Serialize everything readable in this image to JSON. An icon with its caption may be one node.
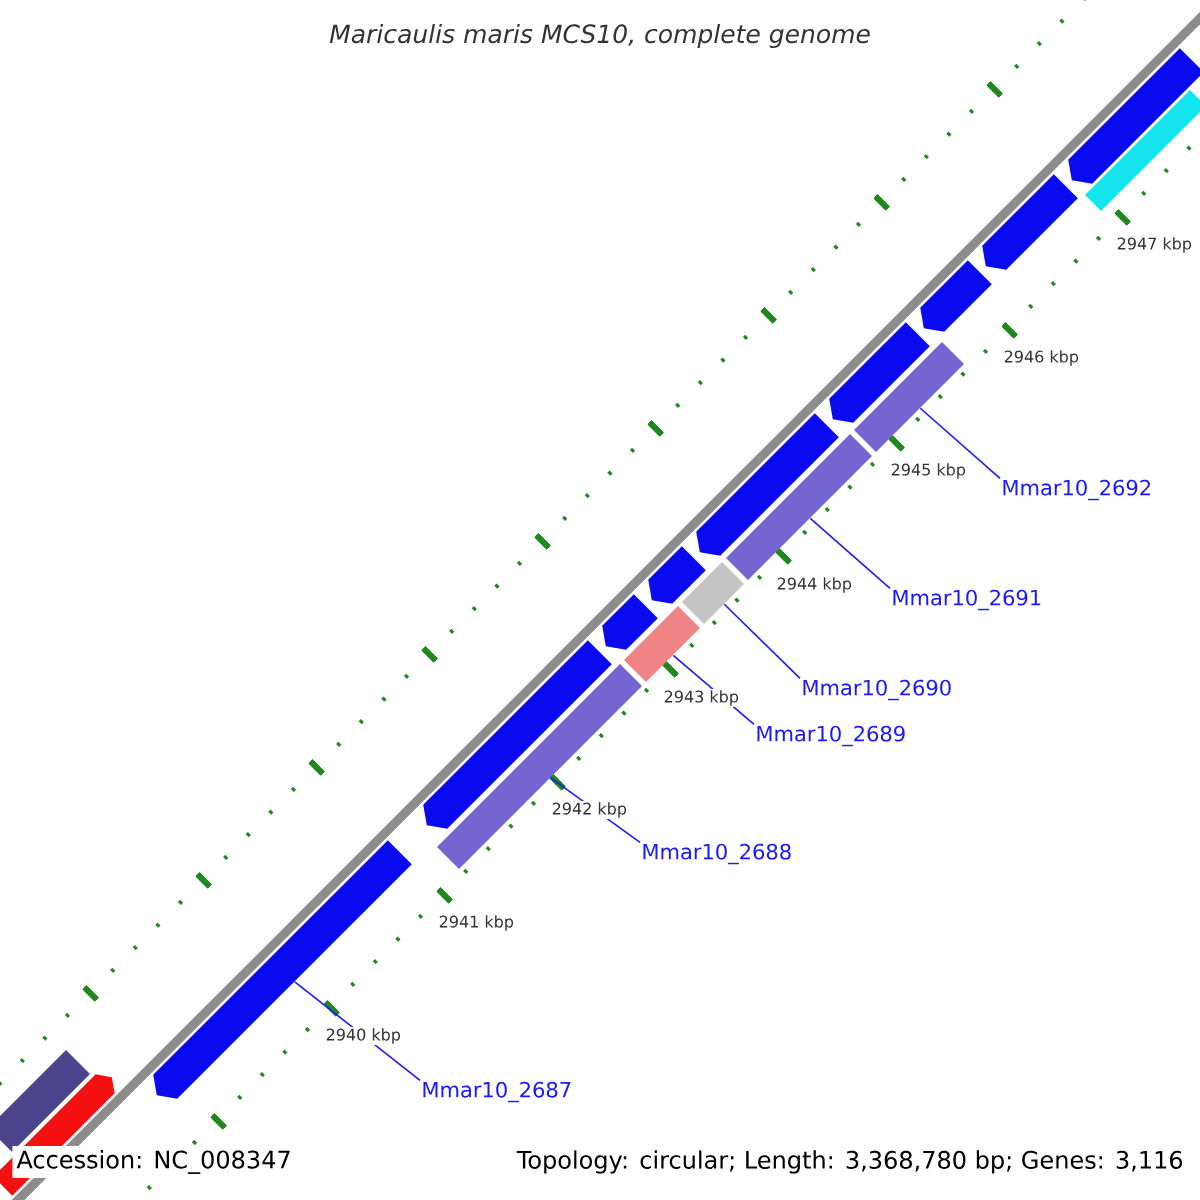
{
  "diagram": {
    "title": "Maricaulis maris MCS10, complete genome",
    "nodes": [
      {
        "text": [],
        "shape": "bar"
      },
      {
        "text": [
          "Mmar10_2692"
        ]
      },
      {
        "text": [],
        "shape": "bar"
      },
      {
        "text": [
          "Mmar10_2691"
        ]
      },
      {
        "text": [],
        "shape": "bar"
      },
      {
        "text": [
          "Mmar10_2690"
        ]
      },
      {
        "text": [],
        "shape": "bar"
      },
      {
        "text": [
          "Mmar10_2689"
        ]
      },
      {
        "text": [],
        "shape": "bar"
      },
      {
        "text": [
          "Mmar10_2688"
        ]
      },
      {
        "text": [],
        "shape": "bar"
      },
      {
        "text": [
          "Mmar10_2687"
        ]
      },
      {
        "text": [],
        "shape": "bar"
      },
      {
        "text": [],
        "shape": "bar"
      },
      {
        "text": [],
        "shape": "bar"
      },
      {
        "text": [],
        "shape": "bar"
      },
      {
        "text": [],
        "shape": "bar"
      },
      {
        "text": [],
        "shape": "bar"
      },
      {
        "text": [],
        "shape": "bar"
      },
      {
        "text": [],
        "shape": "bar"
      },
      {
        "text": [],
        "shape": "bar"
      },
      {
        "text": [],
        "shape": "bar"
      },
      {
        "text": [],
        "shape": "bar"
      }
    ],
    "edges": [
      {
        "from": 1,
        "to": 0,
        "arrow": "none"
      },
      {
        "from": 3,
        "to": 2,
        "arrow": "none"
      },
      {
        "from": 5,
        "to": 4,
        "arrow": "none"
      },
      {
        "from": 7,
        "to": 6,
        "arrow": "none"
      },
      {
        "from": 9,
        "to": 8,
        "arrow": "none"
      },
      {
        "from": 11,
        "to": 10,
        "arrow": "none"
      }
    ],
    "labels": [
      "2947 kbp",
      "2946 kbp",
      "2945 kbp",
      "2944 kbp",
      "2943 kbp",
      "2942 kbp",
      "2941 kbp",
      "2940 kbp",
      "Accession: NC_008347",
      "Topology: circular; Length: 3,368,780 bp; Genes: 3,116"
    ]
  }
}
